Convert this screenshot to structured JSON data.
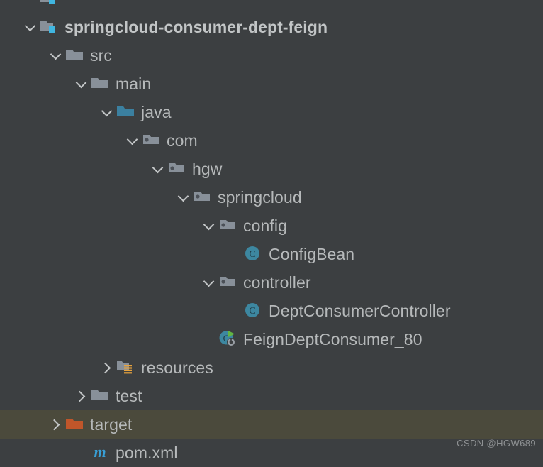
{
  "theme": {
    "background": "#3c3f41",
    "selected_row_background": "#4b4a3c",
    "text_color": "#b6b9ba",
    "module_badge_color": "#40b6e0",
    "source_folder_color": "#3b80a0",
    "folder_color": "#889099",
    "target_folder_color": "#c0562a",
    "class_icon_color": "#3d87a0",
    "maven_icon_color": "#389fd6",
    "resources_stripe_color": "#e8a33d",
    "run_arrow_color": "#62b543"
  },
  "watermark": "CSDN @HGW689",
  "tree": {
    "rows": [
      {
        "name": "clipped-row",
        "label": "",
        "depth": 1,
        "twisty": "none",
        "icon": "module-folder-icon",
        "bold": false,
        "selected": false
      },
      {
        "name": "springcloud-consumer-dept-feign",
        "label": "springcloud-consumer-dept-feign",
        "depth": 1,
        "twisty": "open",
        "icon": "module-folder-icon",
        "bold": true,
        "selected": false
      },
      {
        "name": "src",
        "label": "src",
        "depth": 2,
        "twisty": "open",
        "icon": "folder-icon",
        "bold": false,
        "selected": false
      },
      {
        "name": "main",
        "label": "main",
        "depth": 3,
        "twisty": "open",
        "icon": "folder-icon",
        "bold": false,
        "selected": false
      },
      {
        "name": "java",
        "label": "java",
        "depth": 4,
        "twisty": "open",
        "icon": "source-folder-icon",
        "bold": false,
        "selected": false
      },
      {
        "name": "com",
        "label": "com",
        "depth": 5,
        "twisty": "open",
        "icon": "package-icon",
        "bold": false,
        "selected": false
      },
      {
        "name": "hgw",
        "label": "hgw",
        "depth": 6,
        "twisty": "open",
        "icon": "package-icon",
        "bold": false,
        "selected": false
      },
      {
        "name": "springcloud",
        "label": "springcloud",
        "depth": 7,
        "twisty": "open",
        "icon": "package-icon",
        "bold": false,
        "selected": false
      },
      {
        "name": "config",
        "label": "config",
        "depth": 8,
        "twisty": "open",
        "icon": "package-icon",
        "bold": false,
        "selected": false
      },
      {
        "name": "ConfigBean",
        "label": "ConfigBean",
        "depth": 9,
        "twisty": "none",
        "icon": "java-class-icon",
        "bold": false,
        "selected": false
      },
      {
        "name": "controller",
        "label": "controller",
        "depth": 8,
        "twisty": "open",
        "icon": "package-icon",
        "bold": false,
        "selected": false
      },
      {
        "name": "DeptConsumerController",
        "label": "DeptConsumerController",
        "depth": 9,
        "twisty": "none",
        "icon": "java-class-icon",
        "bold": false,
        "selected": false
      },
      {
        "name": "FeignDeptConsumer_80",
        "label": "FeignDeptConsumer_80",
        "depth": 8,
        "twisty": "none",
        "icon": "spring-boot-runnable-class-icon",
        "bold": false,
        "selected": false
      },
      {
        "name": "resources",
        "label": "resources",
        "depth": 4,
        "twisty": "closed",
        "icon": "resources-folder-icon",
        "bold": false,
        "selected": false
      },
      {
        "name": "test",
        "label": "test",
        "depth": 3,
        "twisty": "closed",
        "icon": "folder-icon",
        "bold": false,
        "selected": false
      },
      {
        "name": "target",
        "label": "target",
        "depth": 2,
        "twisty": "closed",
        "icon": "excluded-folder-icon",
        "bold": false,
        "selected": true
      },
      {
        "name": "pom.xml",
        "label": "pom.xml",
        "depth": 3,
        "twisty": "none",
        "icon": "maven-pom-icon",
        "bold": false,
        "selected": false
      }
    ]
  }
}
